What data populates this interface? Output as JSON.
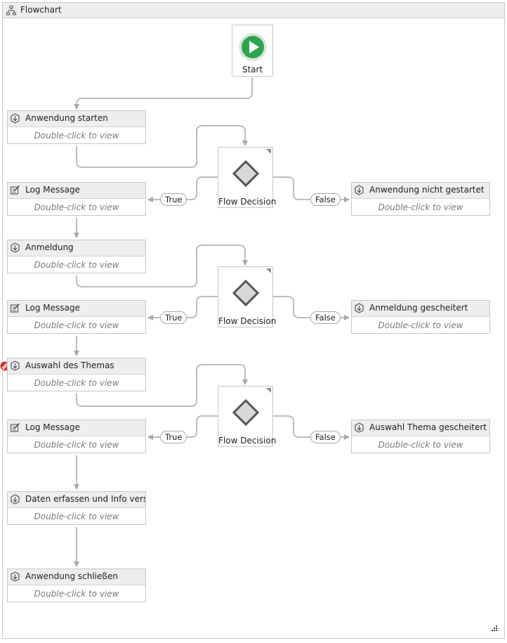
{
  "window": {
    "title": "Flowchart",
    "title_icon": "flowchart-icon"
  },
  "start": {
    "label": "Start",
    "icon": "play-icon",
    "color": "#2ea44f"
  },
  "activities": {
    "anwendung_starten": {
      "title": "Anwendung starten",
      "body": "Double-click to view",
      "icon": "sequence-icon"
    },
    "log1": {
      "title": "Log Message",
      "body": "Double-click to view",
      "icon": "log-message-icon"
    },
    "nicht_gestartet": {
      "title": "Anwendung nicht gestartet",
      "body": "Double-click to view",
      "icon": "sequence-icon"
    },
    "anmeldung": {
      "title": "Anmeldung",
      "body": "Double-click to view",
      "icon": "sequence-icon"
    },
    "log2": {
      "title": "Log Message",
      "body": "Double-click to view",
      "icon": "log-message-icon"
    },
    "anmeldung_gescheitert": {
      "title": "Anmeldung gescheitert",
      "body": "Double-click to view",
      "icon": "sequence-icon"
    },
    "auswahl": {
      "title": "Auswahl des Themas",
      "body": "Double-click to view",
      "icon": "sequence-icon",
      "has_error": true
    },
    "log3": {
      "title": "Log Message",
      "body": "Double-click to view",
      "icon": "log-message-icon"
    },
    "auswahl_gescheitert": {
      "title": "Auswahl Thema gescheitert",
      "body": "Double-click to view",
      "icon": "sequence-icon"
    },
    "daten": {
      "title": "Daten erfassen und Info versenden",
      "body": "Double-click to view",
      "icon": "sequence-icon"
    },
    "schliessen": {
      "title": "Anwendung schließen",
      "body": "Double-click to view",
      "icon": "sequence-icon"
    }
  },
  "decisions": [
    {
      "label": "Flow Decision",
      "true_label": "True",
      "false_label": "False"
    },
    {
      "label": "Flow Decision",
      "true_label": "True",
      "false_label": "False"
    },
    {
      "label": "Flow Decision",
      "true_label": "True",
      "false_label": "False"
    }
  ]
}
